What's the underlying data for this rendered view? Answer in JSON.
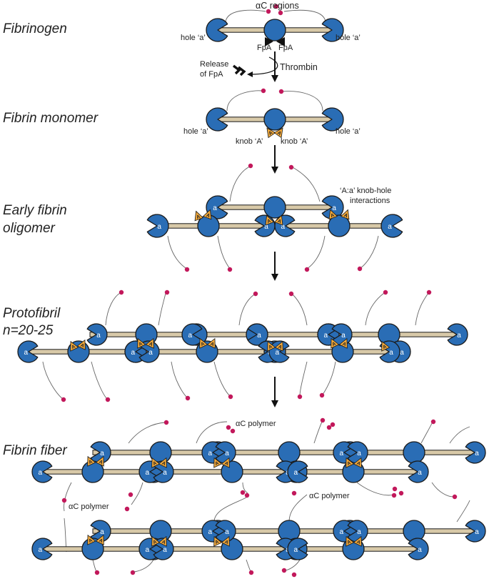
{
  "stages": {
    "fibrinogen": "Fibrinogen",
    "fibrin_monomer": "Fibrin monomer",
    "early_oligomer_line1": "Early fibrin",
    "early_oligomer_line2": "oligomer",
    "protofibril_line1": "Protofibril",
    "protofibril_line2": "n=20-25",
    "fibrin_fiber": "Fibrin fiber"
  },
  "labels": {
    "ac_regions": "αC regions",
    "hole_a": "hole ‘a’",
    "fpa": "FpA",
    "release_line1": "Release",
    "release_line2": "of FpA",
    "thrombin": "Thrombin",
    "knob_a": "knob ‘A’",
    "interaction_line1": "‘A:a’ knob-hole",
    "interaction_line2": "interactions",
    "ac_polymer": "αC polymer",
    "hole_letter": "a",
    "knob_letter": "A"
  },
  "colors": {
    "domain_blue": "#2a6db5",
    "rod_beige": "#d8c9a8",
    "knob_orange": "#f2a93b",
    "ac_end_magenta": "#c2185b",
    "outline": "#1a1a1a",
    "fpa_black": "#111111"
  }
}
